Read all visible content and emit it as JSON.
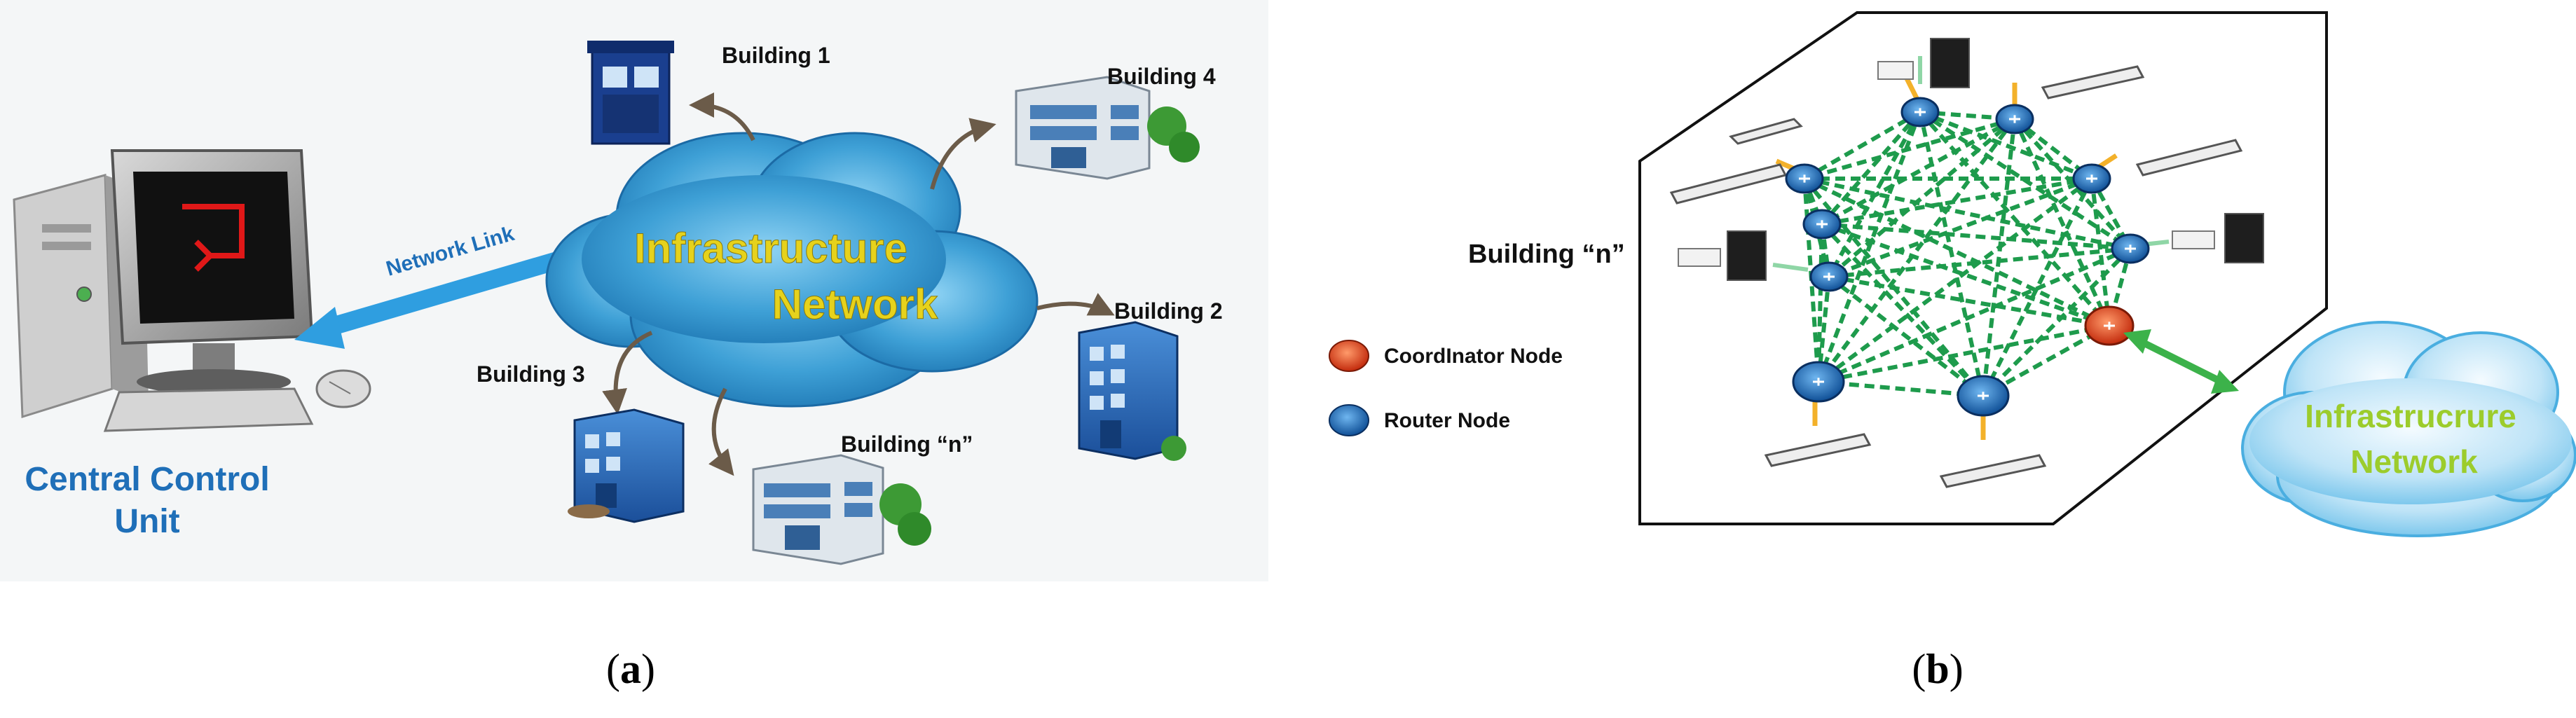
{
  "panel_a": {
    "buildings": {
      "b1": "Building 1",
      "b2": "Building 2",
      "b3": "Building 3",
      "b4": "Building 4",
      "bn": "Building “n”"
    },
    "cloud": {
      "line1": "Infrastructure",
      "line2": "Network"
    },
    "link": "Network Link",
    "ccu": {
      "line1": "Central Control",
      "line2": "Unit"
    },
    "caption": {
      "open": "(",
      "letter": "a",
      "close": ")"
    }
  },
  "panel_b": {
    "building": "Building “n”",
    "legend": {
      "coordinator": "CoordInator Node",
      "router": "Router Node"
    },
    "cloud": {
      "line1": "Infrastrucrure",
      "line2": "Network"
    },
    "caption": {
      "open": "(",
      "letter": "b",
      "close": ")"
    }
  },
  "colors": {
    "cloud_fill": "#3ea0d6",
    "cloud_text_a": "#e6d21c",
    "cloud_text_b": "#9ccc2c",
    "link_arrow": "#2f9ee0",
    "mesh": "#1e9b4c",
    "router": "#1c6fc2",
    "coordinator": "#e8401c",
    "ccu_text": "#1f6fb8",
    "arrow_b": "#f3b12a",
    "cloud_link_b": "#3cb24a",
    "screen_glyph": "#e01818"
  },
  "icons": [
    "computer-icon",
    "mouse-icon",
    "cloud-icon",
    "building-icon",
    "phone-booth-icon",
    "router-node-icon",
    "coordinator-node-icon",
    "light-fixture-icon",
    "hvac-unit-icon"
  ]
}
